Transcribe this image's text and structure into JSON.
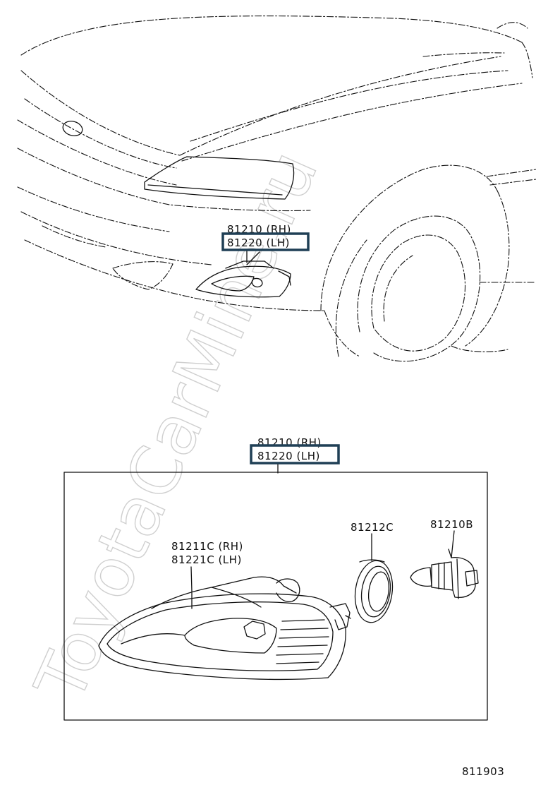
{
  "watermark": "ToyotaCarMine.ru",
  "upper_callout": {
    "line1": "81210 (RH)",
    "line2": "81220 (LH)"
  },
  "lower_callout": {
    "line1": "81210 (RH)",
    "line2": "81220 (LH)"
  },
  "parts": {
    "lens_rh": "81211C (RH)",
    "lens_lh": "81221C (LH)",
    "gasket": "81212C",
    "bulb": "81210B"
  },
  "diagram_code": "811903",
  "colors": {
    "highlight": "#1f3f55",
    "line": "#111111",
    "watermark": "#cfcfcf"
  }
}
